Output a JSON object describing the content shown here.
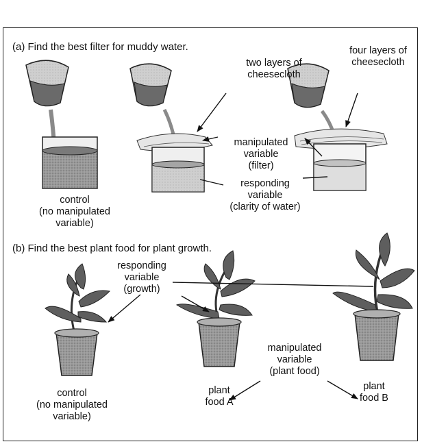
{
  "part_a": {
    "heading": "(a) Find the best filter for muddy water.",
    "control_label": [
      "control",
      "(no manipulated",
      "variable)"
    ],
    "two_layers_label": [
      "two layers of",
      "cheesecloth"
    ],
    "four_layers_label": [
      "four layers of",
      "cheesecloth"
    ],
    "manipulated_label": [
      "manipulated",
      "variable",
      "(filter)"
    ],
    "responding_label": [
      "responding",
      "variable",
      "(clarity of water)"
    ]
  },
  "part_b": {
    "heading": "(b) Find the best plant food for plant growth.",
    "responding_label": [
      "responding",
      "variable",
      "(growth)"
    ],
    "manipulated_label": [
      "manipulated",
      "variable",
      "(plant food)"
    ],
    "control_label": [
      "control",
      "(no manipulated",
      "variable)"
    ],
    "plant_a_label": [
      "plant",
      "food A"
    ],
    "plant_b_label": [
      "plant",
      "food B"
    ]
  },
  "colors": {
    "muddy_water": "#8a8a8a",
    "clear_water": "#c8c8c8",
    "leaf": "#5e5e5e",
    "pot": "#9a9a9a",
    "line": "#111111"
  }
}
